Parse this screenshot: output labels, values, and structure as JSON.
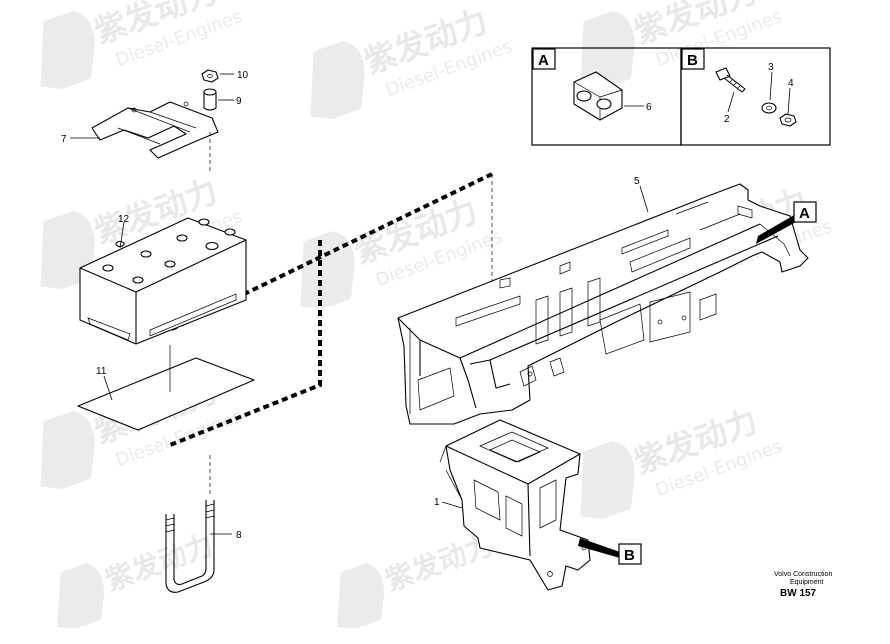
{
  "watermark": {
    "brand": "紫发动力",
    "subtitle": "Diesel-Engines"
  },
  "callouts": [
    "1",
    "2",
    "3",
    "4",
    "5",
    "6",
    "7",
    "8",
    "9",
    "10",
    "11",
    "12"
  ],
  "detail_boxes": {
    "a_label": "A",
    "b_label": "B"
  },
  "pointers": {
    "a_label": "A",
    "b_label": "B"
  },
  "footer": {
    "line1": "Volvo Construction",
    "line2": "Equipment",
    "code": "BW 157"
  }
}
